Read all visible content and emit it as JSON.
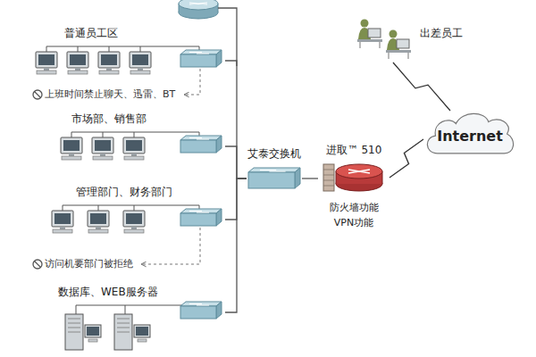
{
  "diagram": {
    "nodes": [
      {
        "text": [
          "普通员工区"
        ]
      },
      {
        "text": [
          "市场部、销售部"
        ]
      },
      {
        "text": [
          "管理部门、财务部门"
        ]
      },
      {
        "text": [
          "数据库、WEB服务器"
        ]
      },
      {
        "text": [
          "艾泰交换机"
        ]
      },
      {
        "text": [
          "进取™ 510",
          "防火墙功能 VPN功能"
        ]
      },
      {
        "text": [
          "Internet"
        ]
      },
      {
        "text": [
          "出差员工"
        ]
      }
    ],
    "edges": [
      {
        "from": 0,
        "to": 4,
        "arrow": "none"
      },
      {
        "from": 1,
        "to": 4,
        "arrow": "none"
      },
      {
        "from": 2,
        "to": 4,
        "arrow": "none"
      },
      {
        "from": 3,
        "to": 4,
        "arrow": "none"
      },
      {
        "from": 4,
        "to": 5,
        "arrow": "none"
      },
      {
        "from": 5,
        "to": 6,
        "arrow": "none"
      },
      {
        "from": 6,
        "to": 7,
        "arrow": "none"
      }
    ],
    "labels": [
      "上班时间禁止聊天、迅雷、BT",
      "访问机要部门被拒绝"
    ]
  }
}
